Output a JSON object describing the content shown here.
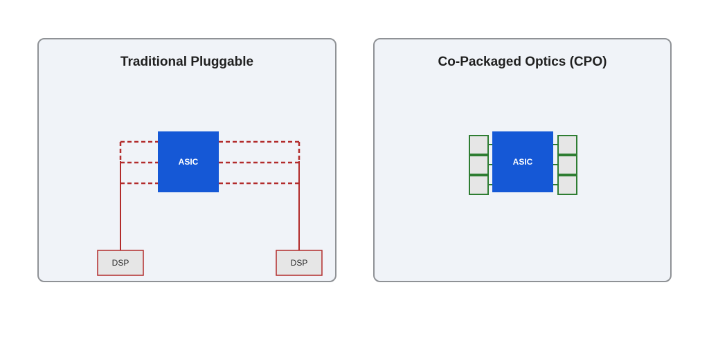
{
  "colors": {
    "panel_bg": "#f0f3f8",
    "panel_border": "#8f9296",
    "asic_blue": "#1558d6",
    "pluggable_red": "#b22b2b",
    "cpo_green": "#2e7d32",
    "module_fill": "#e6e6e6"
  },
  "traditional": {
    "title": "Traditional Pluggable",
    "asic_label": "ASIC",
    "dsp_left_label": "DSP",
    "dsp_right_label": "DSP"
  },
  "cpo": {
    "title": "Co-Packaged Optics (CPO)",
    "asic_label": "ASIC"
  }
}
